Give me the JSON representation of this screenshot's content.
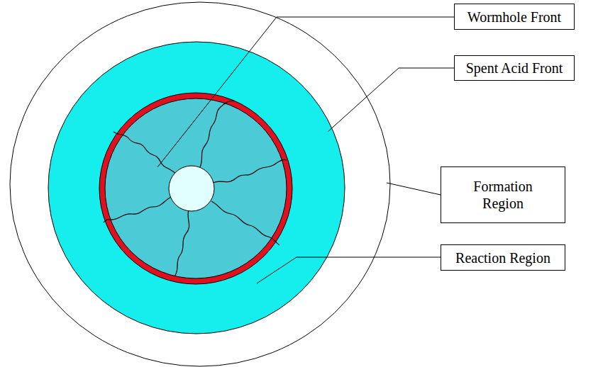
{
  "diagram": {
    "nodes": [
      {
        "text": [
          "Wormhole Front"
        ]
      },
      {
        "text": [
          "Spent Acid Front"
        ]
      },
      {
        "text": [
          "Formation Region"
        ]
      },
      {
        "text": [
          "Reaction Region"
        ]
      }
    ]
  }
}
